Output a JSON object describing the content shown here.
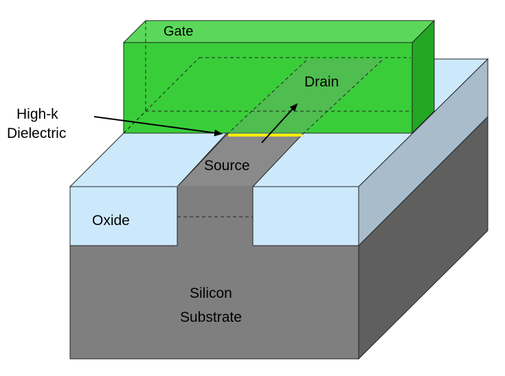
{
  "diagram": {
    "labels": {
      "gate": "Gate",
      "drain": "Drain",
      "source": "Source",
      "high_k_line1": "High-k",
      "high_k_line2": "Dielectric",
      "oxide": "Oxide",
      "substrate_line1": "Silicon",
      "substrate_line2": "Substrate"
    },
    "colors": {
      "gate_front": "#33cc33",
      "gate_top": "#5bd85b",
      "gate_side": "#22a822",
      "oxide_light": "#cce9fb",
      "oxide_side": "#a8bccb",
      "silicon_front": "#7f7f7f",
      "silicon_side": "#5f5f5f",
      "fin_top": "#8a8a8a",
      "high_k_dielectric": "#ffee00",
      "outline": "#222222"
    }
  }
}
